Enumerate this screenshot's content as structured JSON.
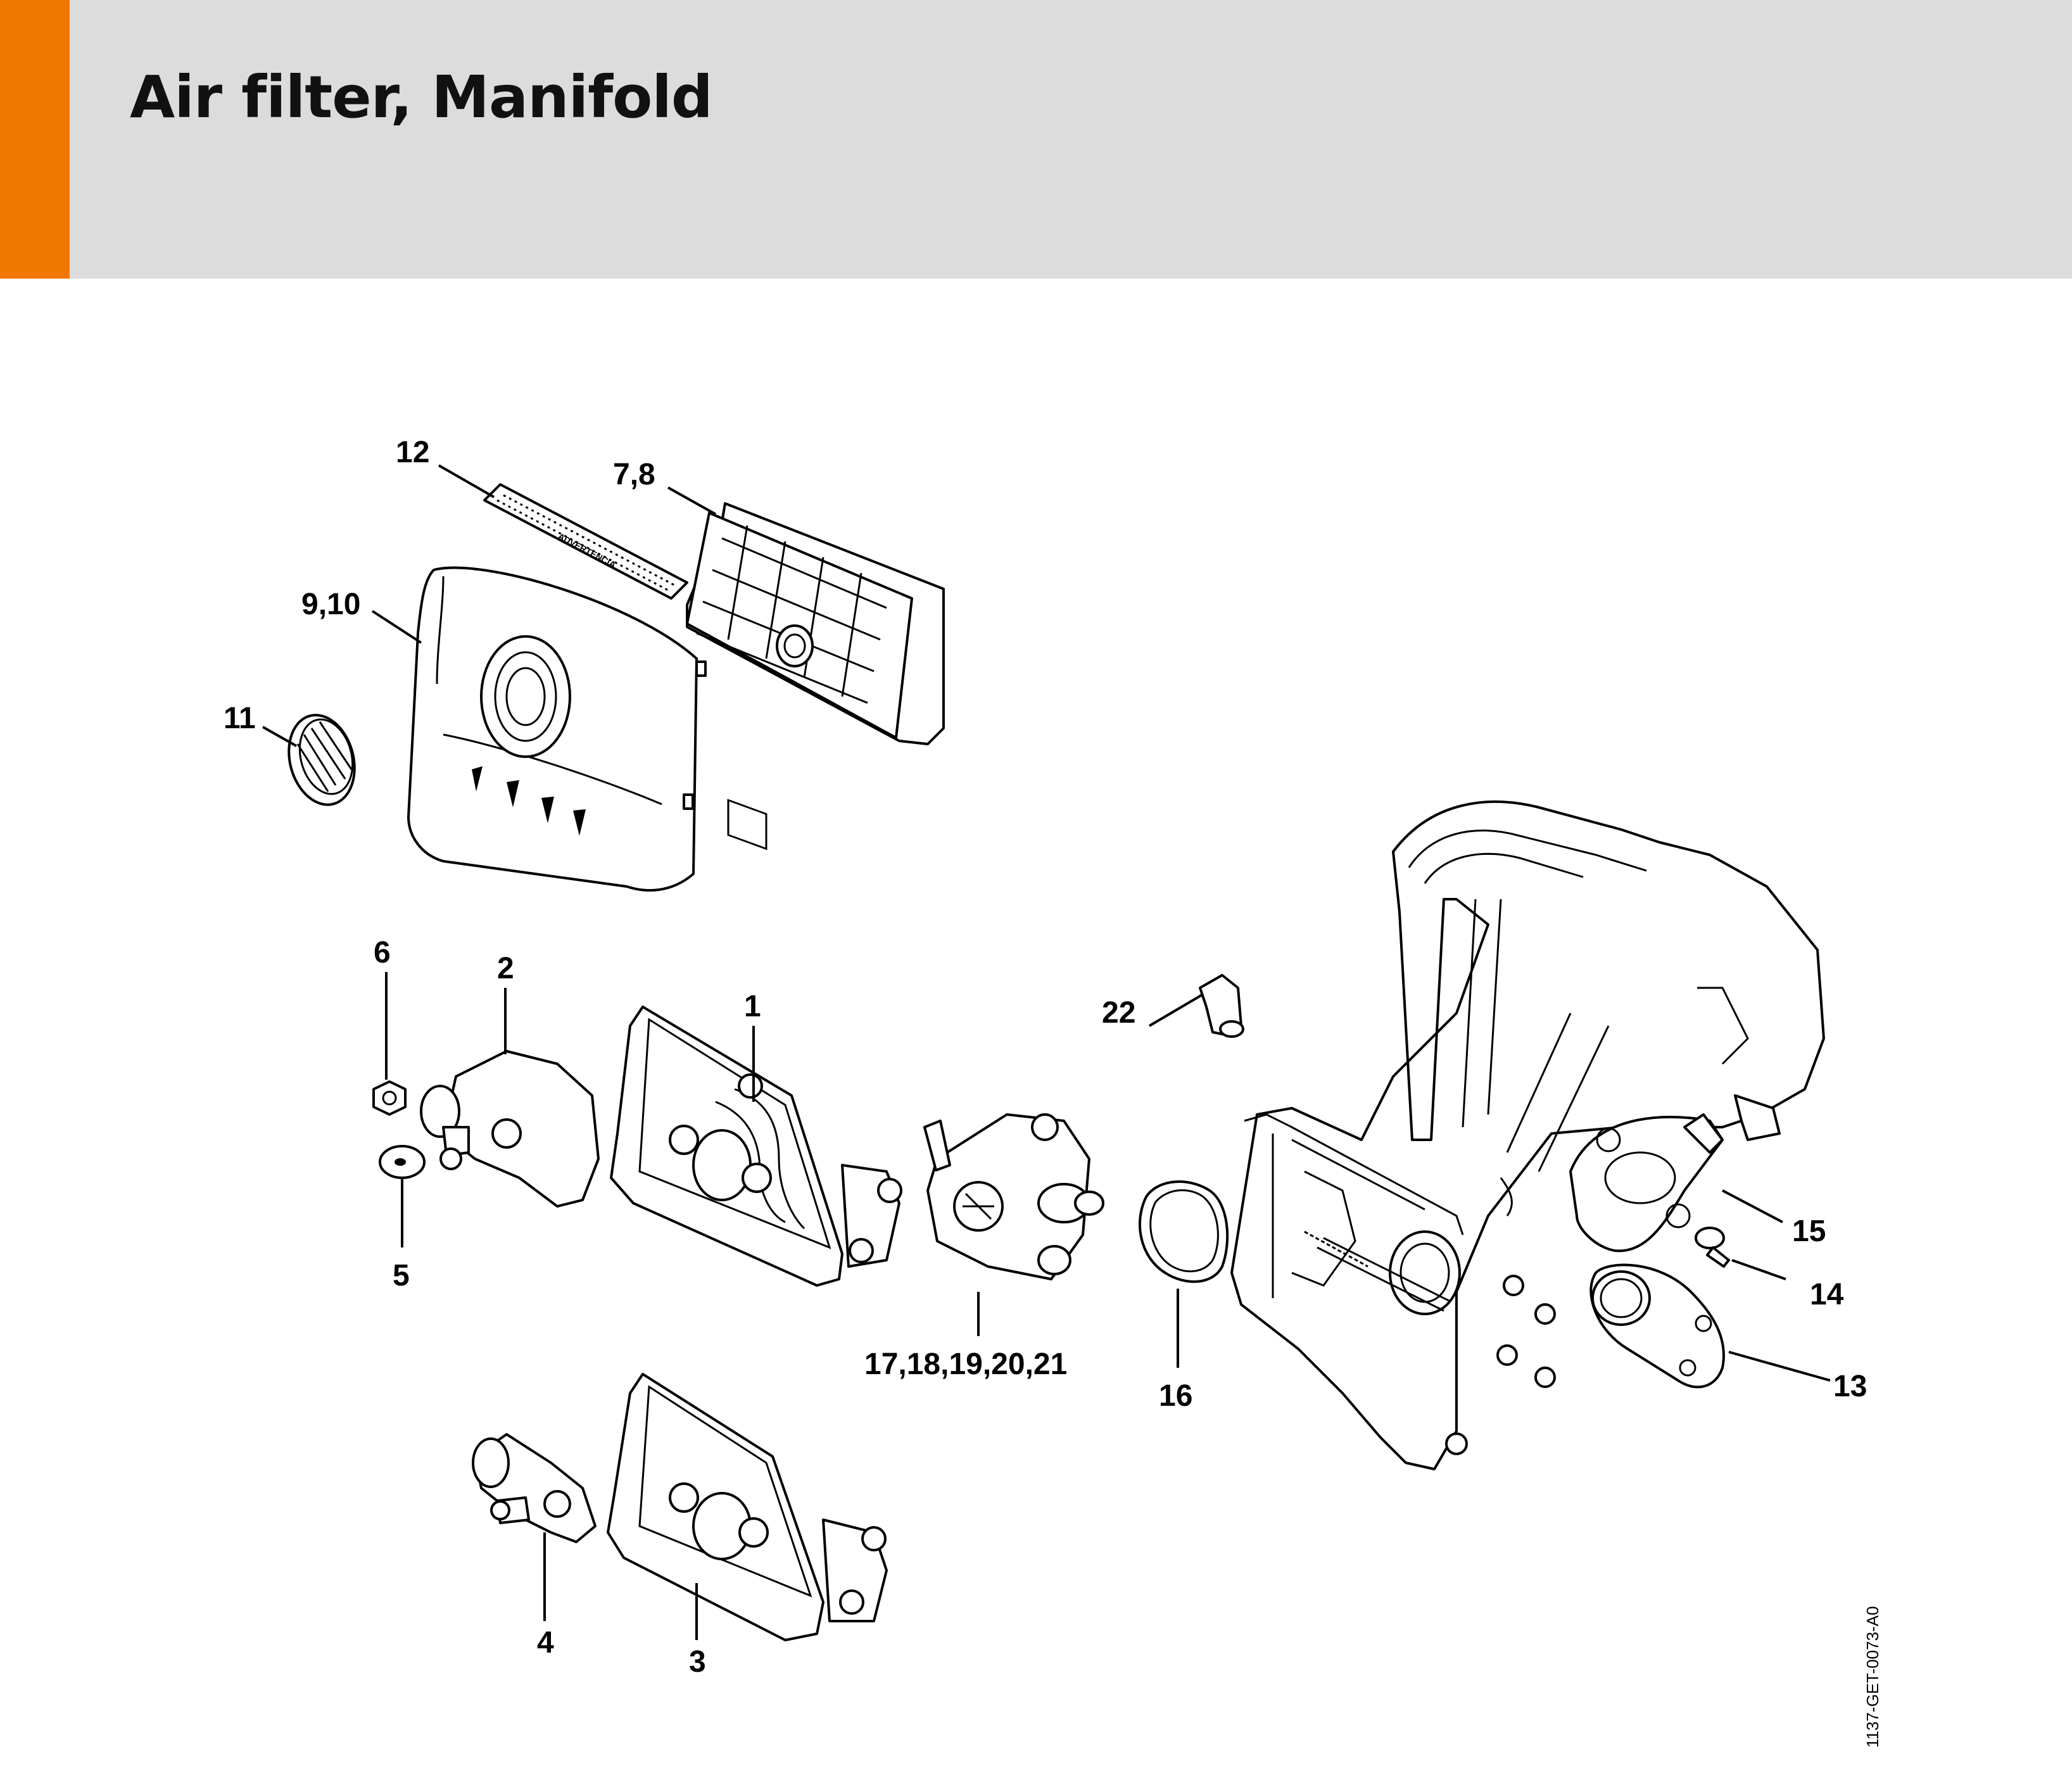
{
  "header": {
    "title": "Air filter, Manifold",
    "accent_color": "#f07800",
    "background_color": "#dcdcdc"
  },
  "decal_text": "ADVERTENCIA",
  "document_id": "1137-GET-0073-A0",
  "callouts": [
    {
      "id": "c1",
      "label": "1"
    },
    {
      "id": "c2",
      "label": "2"
    },
    {
      "id": "c3",
      "label": "3"
    },
    {
      "id": "c4",
      "label": "4"
    },
    {
      "id": "c5",
      "label": "5"
    },
    {
      "id": "c6",
      "label": "6"
    },
    {
      "id": "c78",
      "label": "7,8"
    },
    {
      "id": "c910",
      "label": "9,10"
    },
    {
      "id": "c11",
      "label": "11"
    },
    {
      "id": "c12",
      "label": "12"
    },
    {
      "id": "c13",
      "label": "13"
    },
    {
      "id": "c14",
      "label": "14"
    },
    {
      "id": "c15",
      "label": "15"
    },
    {
      "id": "c16",
      "label": "16"
    },
    {
      "id": "c17",
      "label": "17,18,19,20,21"
    },
    {
      "id": "c22",
      "label": "22"
    }
  ]
}
